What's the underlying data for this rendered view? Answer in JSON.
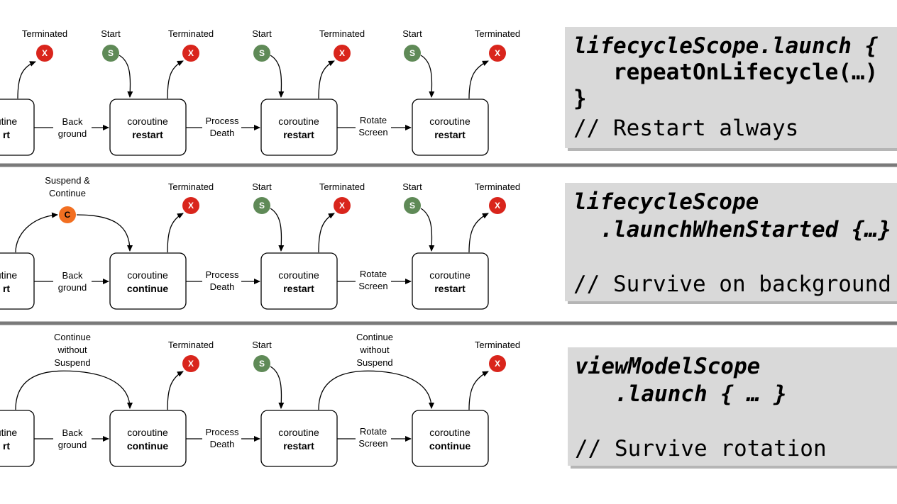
{
  "colors": {
    "terminated": "#d9251c",
    "start": "#5f8a57",
    "continue": "#f26f21",
    "panel": "#d9d9d9",
    "separator": "#7a7a7a"
  },
  "rows": [
    {
      "boxes": [
        {
          "line1": "utine",
          "line2": "rt"
        },
        {
          "line1": "coroutine",
          "line2": "restart"
        },
        {
          "line1": "coroutine",
          "line2": "restart"
        },
        {
          "line1": "coroutine",
          "line2": "restart"
        }
      ],
      "transitions": [
        {
          "l1": "Back",
          "l2": "ground"
        },
        {
          "l1": "Process",
          "l2": "Death"
        },
        {
          "l1": "Rotate",
          "l2": "Screen"
        }
      ],
      "labels": [
        "Terminated",
        "Start",
        "Terminated",
        "Start",
        "Terminated",
        "Start",
        "Terminated"
      ],
      "code": {
        "line1": "lifecycleScope.launch {",
        "line2": "   repeatOnLifecycle(…)",
        "line3": "}",
        "line4": "// Restart always"
      }
    },
    {
      "boxes": [
        {
          "line1": "utine",
          "line2": "rt"
        },
        {
          "line1": "coroutine",
          "line2": "continue"
        },
        {
          "line1": "coroutine",
          "line2": "restart"
        },
        {
          "line1": "coroutine",
          "line2": "restart"
        }
      ],
      "transitions": [
        {
          "l1": "Back",
          "l2": "ground"
        },
        {
          "l1": "Process",
          "l2": "Death"
        },
        {
          "l1": "Rotate",
          "l2": "Screen"
        }
      ],
      "suspend_label": {
        "l1": "Suspend &",
        "l2": "Continue"
      },
      "labels": [
        "Terminated",
        "Start",
        "Terminated",
        "Start",
        "Terminated"
      ],
      "code": {
        "line1": "lifecycleScope",
        "line2": "  .launchWhenStarted {…}",
        "line3": "// Survive on background"
      }
    },
    {
      "boxes": [
        {
          "line1": "utine",
          "line2": "rt"
        },
        {
          "line1": "coroutine",
          "line2": "continue"
        },
        {
          "line1": "coroutine",
          "line2": "restart"
        },
        {
          "line1": "coroutine",
          "line2": "continue"
        }
      ],
      "transitions": [
        {
          "l1": "Back",
          "l2": "ground"
        },
        {
          "l1": "Process",
          "l2": "Death"
        },
        {
          "l1": "Rotate",
          "l2": "Screen"
        }
      ],
      "continue_label": {
        "l1": "Continue",
        "l2": "without",
        "l3": "Suspend"
      },
      "labels": [
        "Terminated",
        "Start",
        "Terminated"
      ],
      "code": {
        "line1": "viewModelScope",
        "line2": "   .launch { … }",
        "line3": "// Survive rotation"
      }
    }
  ],
  "markers": {
    "x": "X",
    "s": "S",
    "c": "C"
  }
}
